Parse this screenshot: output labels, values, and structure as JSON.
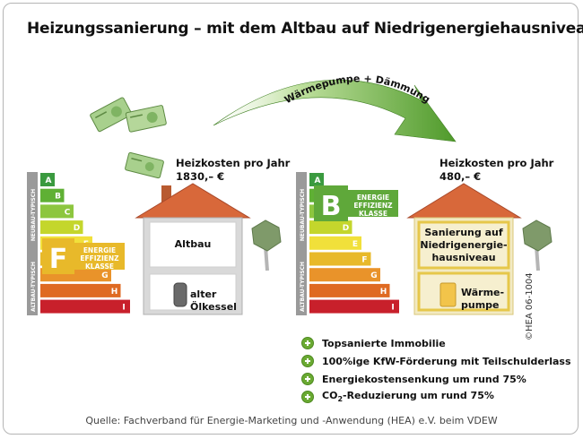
{
  "title": "Heizungssanierung – mit dem Altbau auf Niedrigenergiehausniveau",
  "arrow_label": "Wärmepumpe + Dämmung",
  "scale_classes": [
    "A",
    "B",
    "C",
    "D",
    "E",
    "F",
    "G",
    "H",
    "I"
  ],
  "scale_top_label": "NEUBAU-TYPISCH",
  "scale_bottom_label": "ALTBAU-TYPISCH",
  "left": {
    "cost_label": "Heizkosten pro Jahr",
    "cost_value": "1830,– €",
    "class": "F",
    "badge_line1": "ENERGIE",
    "badge_line2": "EFFIZIENZ",
    "badge_line3": "KLASSE",
    "badge_color": "#e8b92a",
    "house_label": "Altbau",
    "heater_line1": "alter",
    "heater_line2": "Ölkessel"
  },
  "right": {
    "cost_label": "Heizkosten pro Jahr",
    "cost_value": "480,– €",
    "class": "B",
    "badge_line1": "ENERGIE",
    "badge_line2": "EFFIZIENZ",
    "badge_line3": "KLASSE",
    "badge_color": "#5fa83a",
    "house_line1": "Sanierung auf",
    "house_line2": "Niedrigenergie-",
    "house_line3": "hausniveau",
    "heater_line1": "Wärme-",
    "heater_line2": "pumpe"
  },
  "benefits": [
    "Topsanierte Immobilie",
    "100%ige KfW-Förderung mit Teilschulderlass",
    "Energiekostensenkung um rund 75%",
    "CO2-Reduzierung um rund 75%"
  ],
  "source": "Quelle: Fachverband für Energie-Marketing und -Anwendung (HEA) e.V. beim VDEW",
  "copyright": "©HEA 06-1004",
  "colors": {
    "class_colors": [
      "#3a9a3f",
      "#5fb034",
      "#8dc63f",
      "#c4d62c",
      "#f1e03a",
      "#e8b92a",
      "#e9932a",
      "#df6a22",
      "#c8202b"
    ],
    "roof": "#d8683a",
    "wall_old": "#d9d9d9",
    "wall_new": "#f2eac3",
    "frame_old": "#ffffff",
    "frame_new": "#e6c74a",
    "arrow": "#5fa832",
    "tree": "#7f9a6a"
  }
}
